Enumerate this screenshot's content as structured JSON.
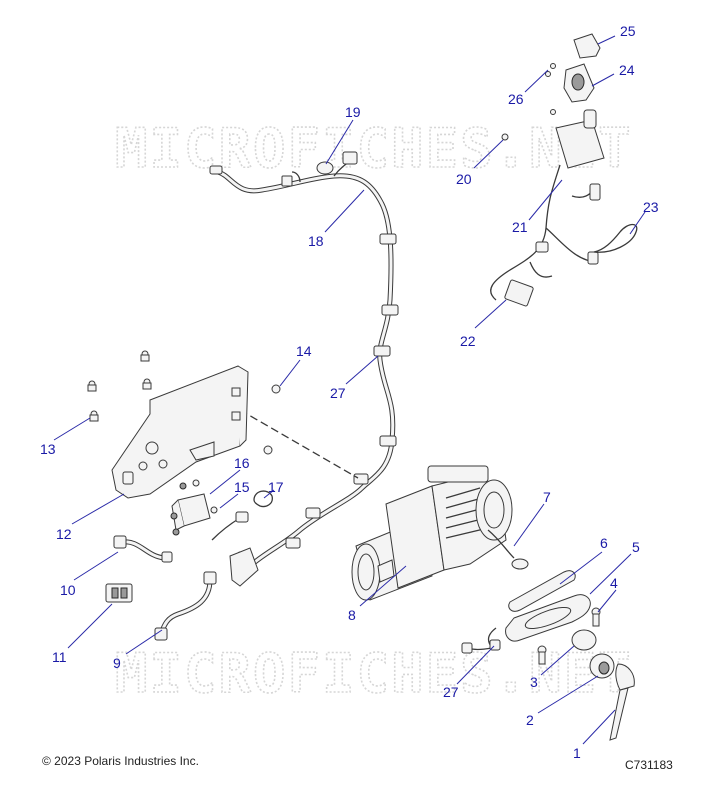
{
  "watermark": "MICROFICHES.NET",
  "copyright": "© 2023 Polaris Industries Inc.",
  "diagram_id": "C731183",
  "callouts": [
    {
      "id": "c1",
      "label": "1"
    },
    {
      "id": "c2",
      "label": "2"
    },
    {
      "id": "c3",
      "label": "3"
    },
    {
      "id": "c4",
      "label": "4"
    },
    {
      "id": "c5",
      "label": "5"
    },
    {
      "id": "c6",
      "label": "6"
    },
    {
      "id": "c7",
      "label": "7"
    },
    {
      "id": "c8",
      "label": "8"
    },
    {
      "id": "c9",
      "label": "9"
    },
    {
      "id": "c10",
      "label": "10"
    },
    {
      "id": "c11",
      "label": "11"
    },
    {
      "id": "c12",
      "label": "12"
    },
    {
      "id": "c13",
      "label": "13"
    },
    {
      "id": "c14",
      "label": "14"
    },
    {
      "id": "c15",
      "label": "15"
    },
    {
      "id": "c16",
      "label": "16"
    },
    {
      "id": "c17",
      "label": "17"
    },
    {
      "id": "c18",
      "label": "18"
    },
    {
      "id": "c19",
      "label": "19"
    },
    {
      "id": "c20",
      "label": "20"
    },
    {
      "id": "c21",
      "label": "21"
    },
    {
      "id": "c22",
      "label": "22"
    },
    {
      "id": "c23",
      "label": "23"
    },
    {
      "id": "c24",
      "label": "24"
    },
    {
      "id": "c25",
      "label": "25"
    },
    {
      "id": "c26",
      "label": "26"
    },
    {
      "id": "c27a",
      "label": "27"
    },
    {
      "id": "c27b",
      "label": "27"
    }
  ]
}
